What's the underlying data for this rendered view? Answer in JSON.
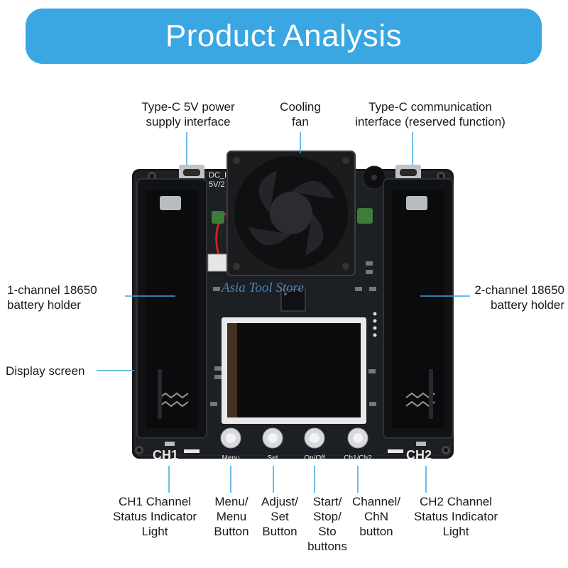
{
  "banner": {
    "title": "Product Analysis"
  },
  "callouts": {
    "usb_power": "Type-C 5V power\nsupply interface",
    "fan": "Cooling\nfan",
    "usb_comm": "Type-C communication\ninterface (reserved function)",
    "holder1": "1-channel 18650\nbattery holder",
    "holder2": "2-channel 18650\nbattery holder",
    "display": "Display screen",
    "ch1_led": "CH1 Channel\nStatus Indicator\nLight",
    "menu_btn": "Menu/\nMenu\nButton",
    "set_btn": "Adjust/\nSet\nButton",
    "onoff_btn": "Start/\nStop/\nSto\nbuttons",
    "ch_btn": "Channel/\nChN\nbutton",
    "ch2_led": "CH2 Channel\nStatus Indicator\nLight"
  },
  "board": {
    "ch1_label": "CH1",
    "ch2_label": "CH2",
    "button_labels": [
      "Menu",
      "Set",
      "On/Off",
      "Ch1/Ch2"
    ],
    "silk_dc": "DC_I",
    "silk_rating": "5V/2",
    "watermark": "Asia Tool Store"
  },
  "colors": {
    "banner": "#3aa6e2",
    "board": "#16181b",
    "leader": "#3aa6e2"
  }
}
